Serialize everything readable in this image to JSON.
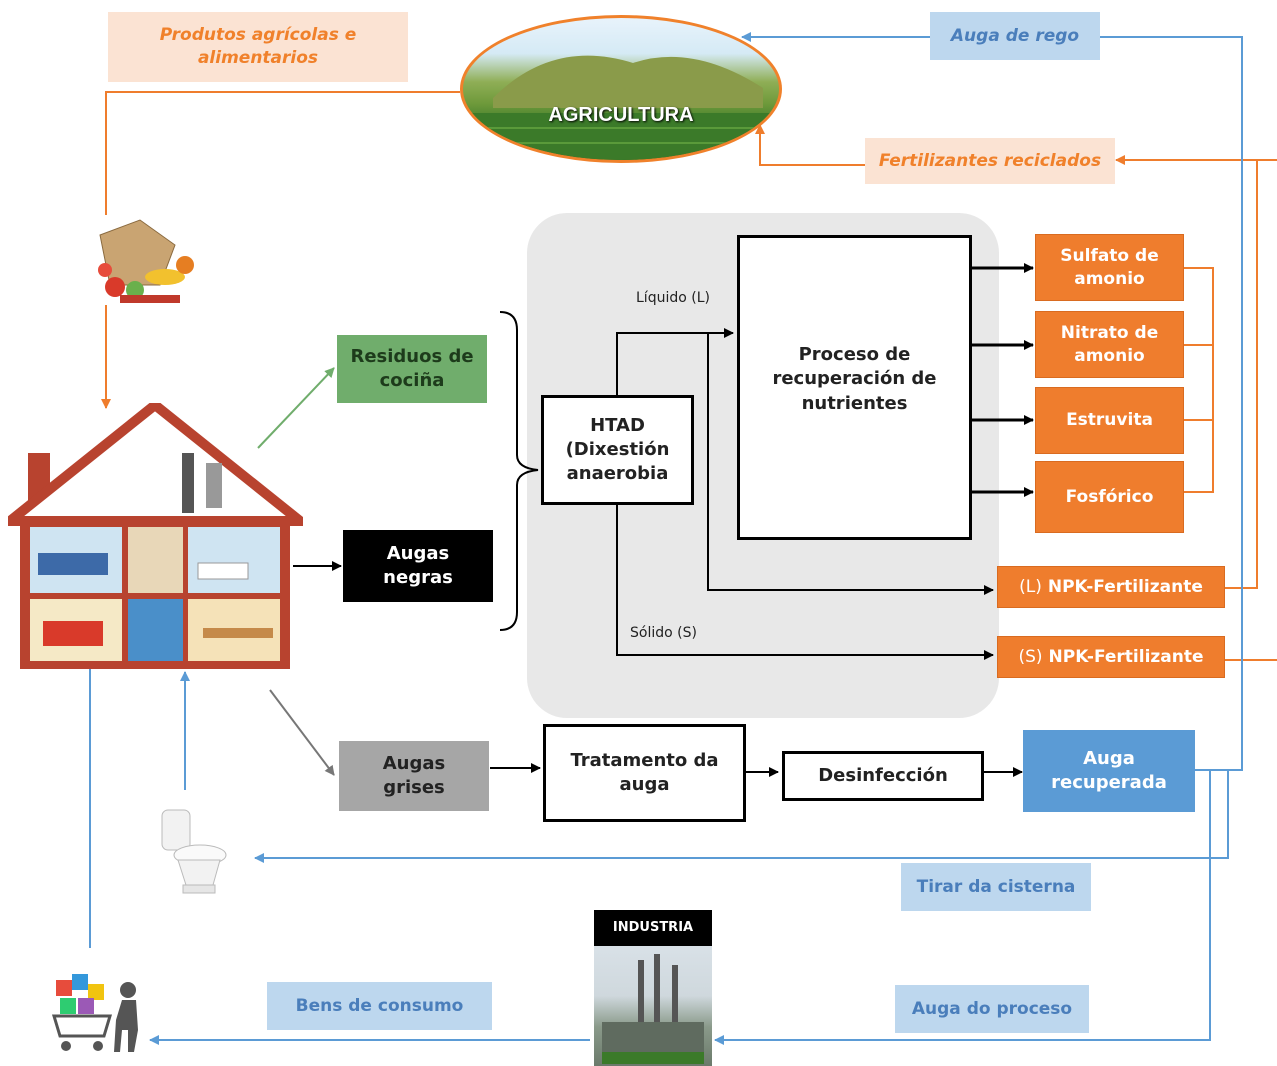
{
  "labels": {
    "produtos": "Produtos agrícolas e alimentarios",
    "agricultura": "AGRICULTURA",
    "auga_rego": "Auga de rego",
    "fertilizantes": "Fertilizantes reciclados",
    "residuos": "Residuos de cociña",
    "augas_negras": "Augas negras",
    "augas_grises": "Augas grises",
    "htad": "HTAD (Dixestión anaerobia",
    "liquido": "Líquido (L)",
    "solido": "Sólido (S)",
    "proceso": "Proceso de recuperación de nutrientes",
    "sulfato": "Sulfato de amonio",
    "nitrato": "Nitrato de amonio",
    "estruvita": "Estruvita",
    "fosforico": "Fosfórico",
    "npk_l_prefix": "(L)",
    "npk_l": "NPK-Fertilizante",
    "npk_s_prefix": "(S)",
    "npk_s": "NPK-Fertilizante",
    "tratamento": "Tratamento da auga",
    "desinfeccion": "Desinfección",
    "auga_recuperada": "Auga recuperada",
    "tirar_cisterna": "Tirar da cisterna",
    "industria": "INDUSTRIA",
    "auga_proceso": "Auga do proceso",
    "bens_consumo": "Bens de consumo"
  },
  "colors": {
    "orange": "#ef7d2d",
    "blue": "#5b9bd5",
    "green": "#70ad6c",
    "grey_panel": "#e7e7e7"
  }
}
